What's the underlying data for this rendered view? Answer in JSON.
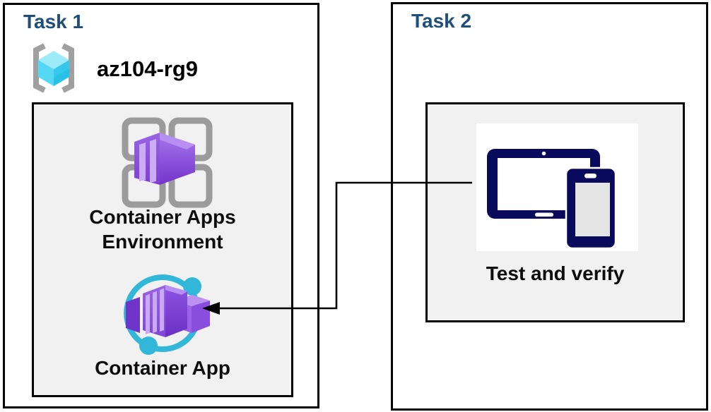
{
  "diagram": {
    "task1": {
      "title": "Task 1",
      "resource_group_name": "az104-rg9",
      "environment_label_line1": "Container Apps",
      "environment_label_line2": "Environment",
      "container_app_label": "Container App"
    },
    "task2": {
      "title": "Task 2",
      "test_label": "Test and verify"
    },
    "connector": {
      "from": "Test and verify",
      "to": "Container App",
      "style": "elbow-arrow-left"
    },
    "icons": {
      "resource_group": "azure-resource-group-icon",
      "environment": "container-apps-environment-icon",
      "container_app": "container-app-icon",
      "devices": "test-devices-icon"
    },
    "colors": {
      "title_blue": "#1f4e79",
      "inner_box_fill": "#f1f1f1",
      "border_black": "#000000",
      "purple_main": "#8a4ede",
      "purple_light": "#c4a4f4",
      "purple_dark": "#6e35c8",
      "cyan_ring": "#33b7d9",
      "cube_cyan_top": "#9debf8",
      "cube_cyan_left": "#55d8f3",
      "cube_cyan_right": "#27c2e6",
      "device_navy": "#0a0a5c",
      "phone_screen_gray": "#e4e4e4",
      "icon_gray": "#9b9b9b"
    }
  }
}
